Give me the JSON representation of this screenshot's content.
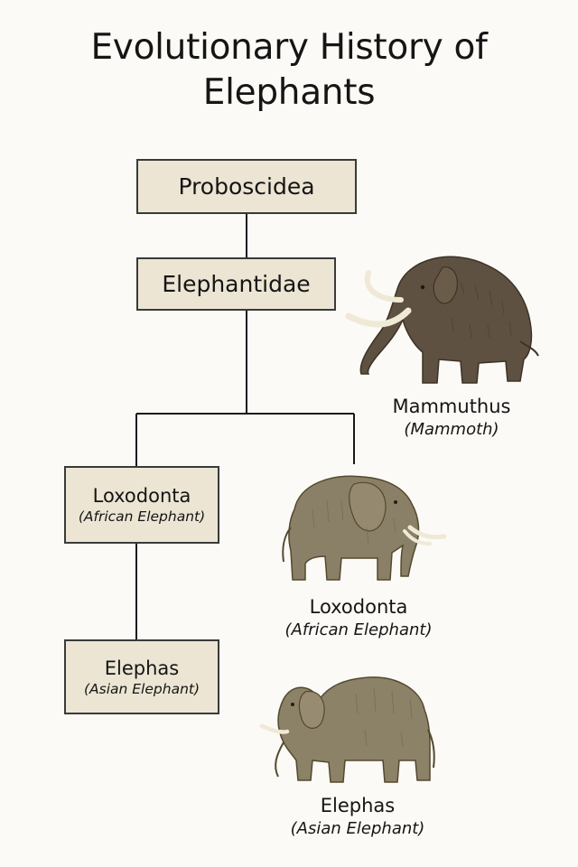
{
  "title": {
    "line1": "Evolutionary History of",
    "line2": "Elephants"
  },
  "tree": {
    "proboscidea": {
      "name": "Proboscidea"
    },
    "elephantidae": {
      "name": "Elephantidae"
    },
    "loxodonta": {
      "name": "Loxodonta",
      "common": "(African Elephant)"
    },
    "elephas": {
      "name": "Elephas",
      "common": "(Asian Elephant)"
    }
  },
  "illustrations": {
    "mammoth": {
      "name": "Mammuthus",
      "common": "(Mammoth)",
      "icon": "mammoth-icon"
    },
    "african": {
      "name": "Loxodonta",
      "common": "(African Elephant)",
      "icon": "african-elephant-icon"
    },
    "asian": {
      "name": "Elephas",
      "common": "(Asian Elephant)",
      "icon": "asian-elephant-icon"
    }
  },
  "colors": {
    "box_fill": "#ece5d3",
    "box_border": "#3a3a3a",
    "mammoth_fur": "#5e5141",
    "elephant_skin": "#8a8067",
    "tusk": "#efe9d6"
  }
}
